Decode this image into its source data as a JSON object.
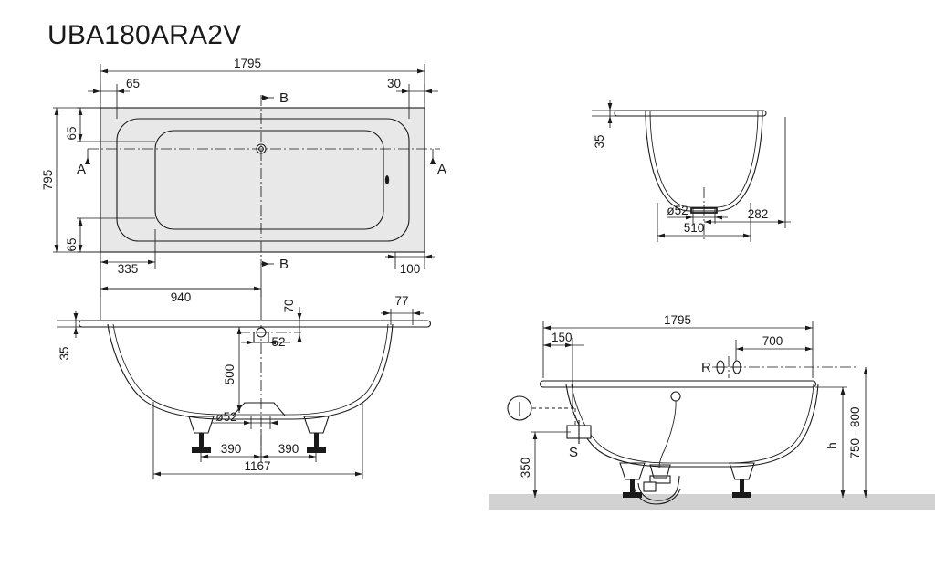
{
  "drawing": {
    "title": "UBA180ARA2V",
    "type": "bathtub-technical-drawing",
    "units": "mm"
  },
  "plan_view": {
    "name": "top-plan-view",
    "dimensions": {
      "overall_length": "1795",
      "overall_width": "795",
      "rim_top": "65",
      "rim_left": "65",
      "rim_bottom": "65",
      "right_offset": "30",
      "drain_from_left": "940",
      "basin_from_left": "335",
      "right_inset": "100"
    },
    "section_marks": {
      "a_left": "A",
      "a_right": "A",
      "b_top": "B",
      "b_bottom": "B"
    }
  },
  "section_bb": {
    "name": "section-b-b-cross",
    "dimensions": {
      "rim_thickness": "35",
      "drain_diameter": "ø52",
      "foot_width": "510",
      "offset_right": "282"
    }
  },
  "section_aa": {
    "name": "section-a-a-longitudinal",
    "dimensions": {
      "drain_from_left": "940",
      "rim_thickness": "35",
      "overflow_height": "70",
      "overflow_width": "52",
      "basin_depth": "500",
      "rim_right": "77",
      "drain_diameter": "ø52",
      "leg_left": "390",
      "leg_right": "390",
      "leg_span": "1167"
    }
  },
  "installation_view": {
    "name": "installation-side-view",
    "dimensions": {
      "overall_length": "1795",
      "from_left": "150",
      "tap_offset": "700",
      "supply_height": "350",
      "height_label": "h",
      "height_range": "750 - 800"
    },
    "markers": {
      "tap_marker": "R",
      "waste_marker": "S"
    }
  },
  "colors": {
    "line": "#1a1a1a",
    "fill_gray": "#e8e8e8",
    "floor_gray": "#d2d2d2",
    "background": "#ffffff"
  }
}
